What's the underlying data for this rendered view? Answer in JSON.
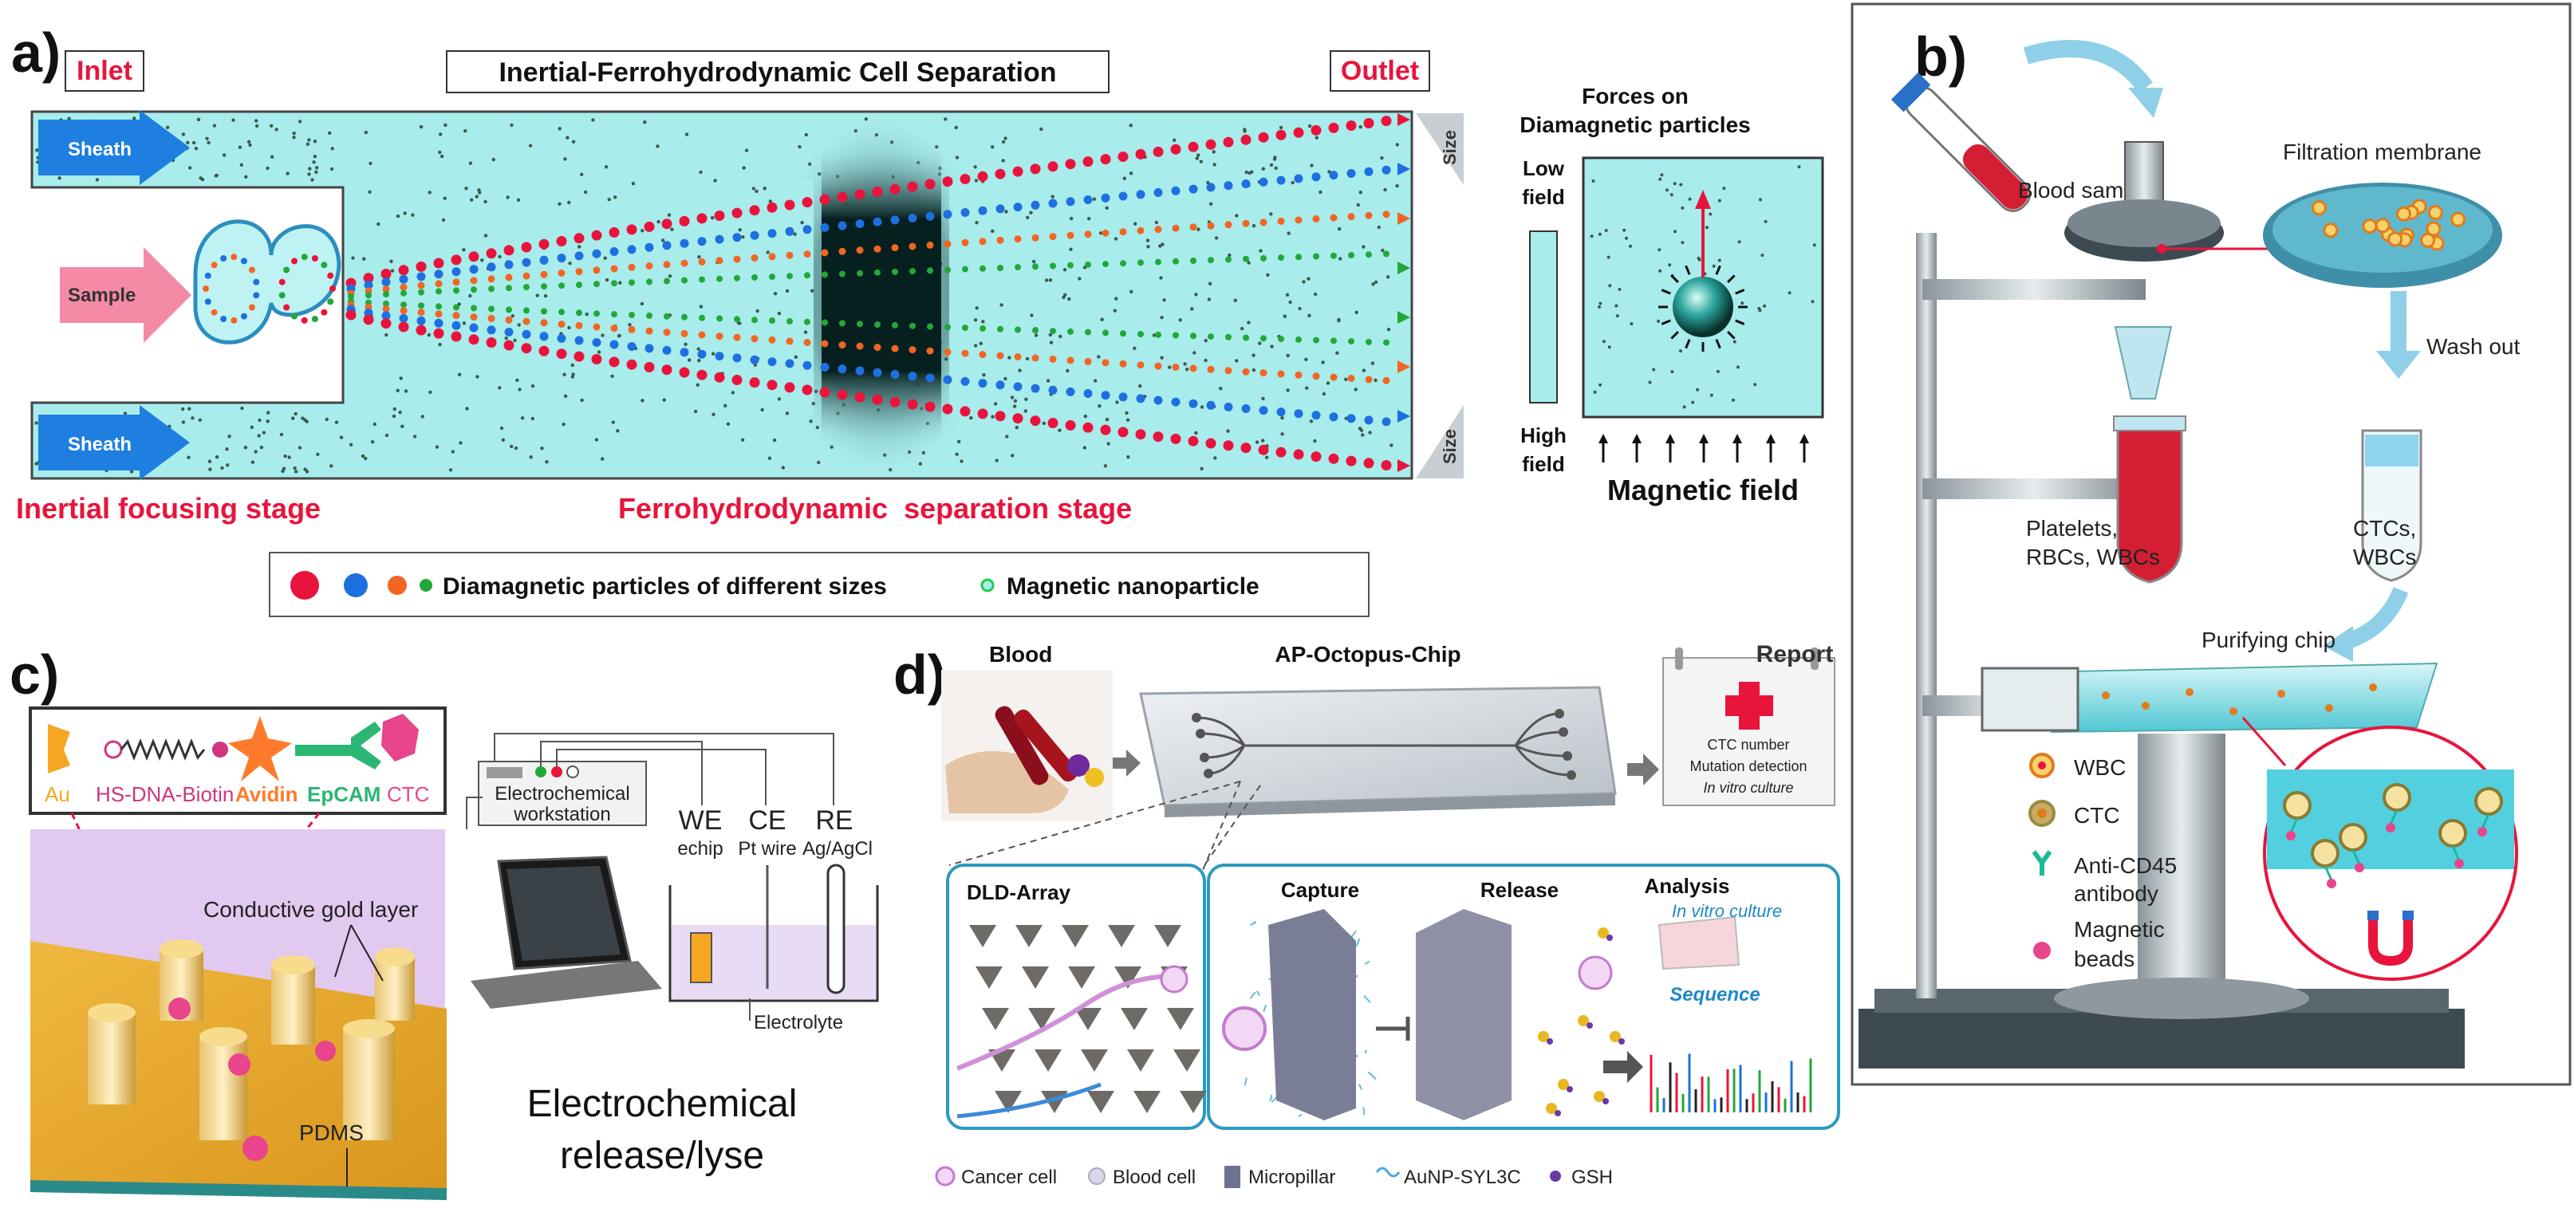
{
  "panel_a": {
    "letter": "a)",
    "inlet": "Inlet",
    "outlet": "Outlet",
    "title": "Inertial-Ferrohydrodynamic Cell Separation",
    "sheath_top": "Sheath",
    "sample": "Sample",
    "sheath_bottom": "Sheath",
    "size_top": "Size",
    "size_bottom": "Size",
    "forces_title_1": "Forces on",
    "forces_title_2": "Diamagnetic particles",
    "low_field_1": "Low",
    "low_field_2": "field",
    "high_field_1": "High",
    "high_field_2": "field",
    "magnetic_field": "Magnetic field",
    "stage_inertial": "Inertial focusing stage",
    "stage_ferro": "Ferrohydrodynamic  separation stage",
    "legend_diamagnetic": "Diamagnetic particles of different sizes",
    "legend_magnetic": "Magnetic nanoparticle",
    "colors": {
      "accent_red": "#e8143c",
      "channel": "#a8ecec"
    }
  },
  "panel_b": {
    "letter": "b)",
    "blood_sample": "Blood sample",
    "filtration_membrane": "Filtration membrane",
    "wash_out": "Wash out",
    "waste_1": "Platelets,",
    "waste_2": "RBCs, WBCs",
    "collected_1": "CTCs,",
    "collected_2": "WBCs",
    "purifying_chip": "Purifying chip",
    "legend": [
      {
        "icon": "wbc-icon",
        "label": "WBC"
      },
      {
        "icon": "ctc-icon",
        "label": "CTC"
      },
      {
        "icon": "antibody-icon",
        "label": "Anti-CD45"
      },
      {
        "icon": "",
        "label": "antibody"
      },
      {
        "icon": "magnetic-bead-icon",
        "label": "Magnetic"
      },
      {
        "icon": "",
        "label": "beads"
      }
    ]
  },
  "panel_c": {
    "letter": "c)",
    "au": "Au",
    "hs_dna_biotin": "HS-DNA-Biotin",
    "avidin": "Avidin",
    "epcam": "EpCAM",
    "ctc": "CTC",
    "conductive_gold": "Conductive gold layer",
    "pdms": "PDMS",
    "workstation_1": "Electrochemical",
    "workstation_2": "workstation",
    "we": "WE",
    "ce": "CE",
    "re": "RE",
    "echip": "echip",
    "pt_wire": "Pt wire",
    "ag_agcl": "Ag/AgCl",
    "electrolyte": "Electrolyte",
    "caption_1": "Electrochemical",
    "caption_2": "release/lyse"
  },
  "panel_d": {
    "letter": "d)",
    "blood": "Blood",
    "chip_title": "AP-Octopus-Chip",
    "report": "Report",
    "report_lines": [
      "CTC number",
      "Mutation detection",
      "In vitro culture"
    ],
    "dld_array": "DLD-Array",
    "capture": "Capture",
    "release": "Release",
    "analysis": "Analysis",
    "in_vitro_culture": "In vitro culture",
    "sequence": "Sequence",
    "legend": [
      {
        "icon": "cancer-cell-icon",
        "label": "Cancer cell"
      },
      {
        "icon": "blood-cell-icon",
        "label": "Blood cell"
      },
      {
        "icon": "micropillar-icon",
        "label": "Micropillar"
      },
      {
        "icon": "aunp-icon",
        "label": "AuNP-SYL3C"
      },
      {
        "icon": "gsh-icon",
        "label": "GSH"
      }
    ]
  }
}
